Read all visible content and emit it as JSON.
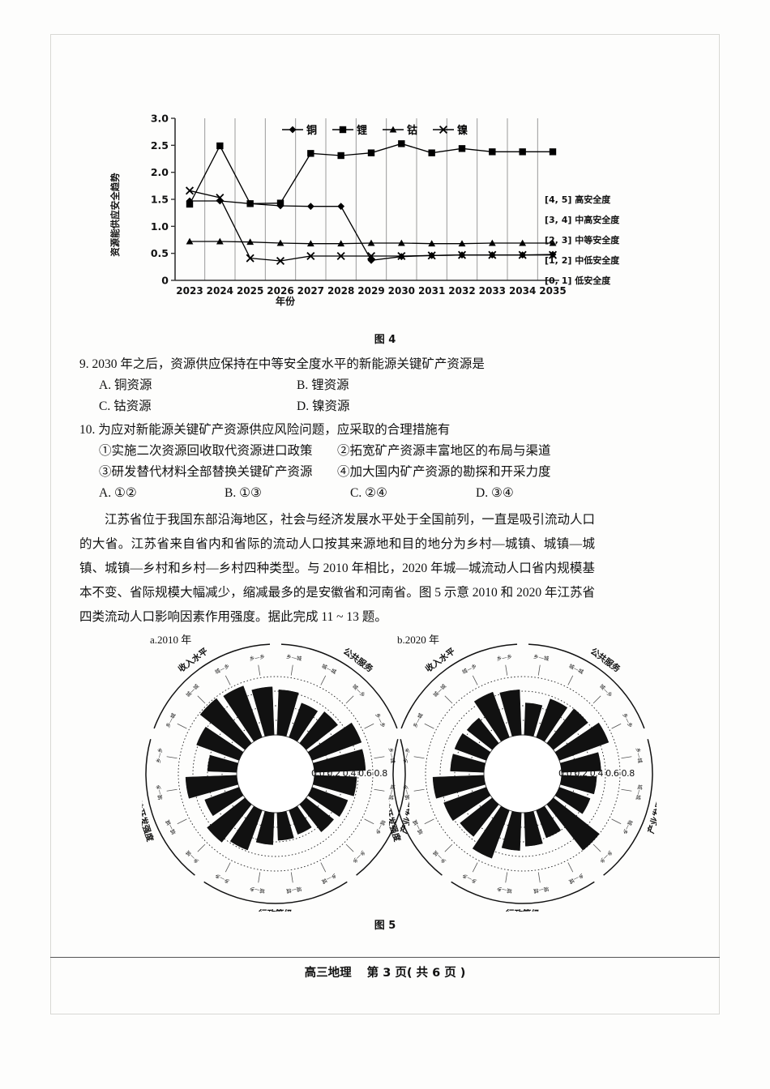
{
  "figure4": {
    "caption": "图 4",
    "y_axis_title": "资源能供应安全趋势",
    "x_axis_title": "年份",
    "legend_bands": [
      "[4, 5] 高安全度",
      "[3, 4] 中高安全度",
      "[2, 3] 中等安全度",
      "[1, 2] 中低安全度",
      "[0, 1] 低安全度"
    ]
  },
  "chart_data": [
    {
      "type": "line",
      "title": "图 4",
      "xlabel": "年份",
      "ylabel": "资源能供应安全趋势",
      "ylim": [
        0,
        3.0
      ],
      "yticks": [
        0,
        0.5,
        1.0,
        1.5,
        2.0,
        2.5,
        3.0
      ],
      "ytick_labels": [
        "0",
        "0.5",
        "1.0",
        "1.5",
        "2.0",
        "2.5",
        "3.0"
      ],
      "grid": "vertical",
      "legend_position": "top-center",
      "categories": [
        "2023",
        "2024",
        "2025",
        "2026",
        "2027",
        "2028",
        "2029",
        "2030",
        "2031",
        "2032",
        "2033",
        "2034",
        "2035"
      ],
      "series": [
        {
          "name": "铜",
          "marker": "diamond",
          "values": [
            1.47,
            1.47,
            1.42,
            1.38,
            1.37,
            1.37,
            0.37,
            0.44,
            0.46,
            0.47,
            0.47,
            0.47,
            0.48
          ]
        },
        {
          "name": "锂",
          "marker": "square",
          "values": [
            1.41,
            2.49,
            1.42,
            1.43,
            2.35,
            2.31,
            2.36,
            2.53,
            2.36,
            2.44,
            2.38,
            2.38,
            2.38
          ]
        },
        {
          "name": "钴",
          "marker": "triangle",
          "values": [
            0.72,
            0.72,
            0.71,
            0.69,
            0.68,
            0.68,
            0.69,
            0.69,
            0.68,
            0.68,
            0.69,
            0.69,
            0.69
          ]
        },
        {
          "name": "镍",
          "marker": "cross",
          "values": [
            1.66,
            1.53,
            0.41,
            0.36,
            0.45,
            0.45,
            0.45,
            0.45,
            0.46,
            0.47,
            0.47,
            0.47,
            0.47
          ]
        }
      ]
    },
    {
      "type": "bar",
      "polar": true,
      "title": "图 5",
      "panels": [
        {
          "label": "a.2010 年"
        },
        {
          "label": "b.2020 年"
        }
      ],
      "radial_ticks": [
        "0.0",
        "0.2",
        "0.4",
        "0.6",
        "0.8"
      ],
      "radial_lim": [
        0,
        0.8
      ],
      "factor_groups": [
        "公共服务",
        "产业发展",
        "行政等级",
        "土地开发强度",
        "收入水平"
      ],
      "flow_types": [
        "乡—城",
        "城—城",
        "城—乡",
        "乡—乡"
      ],
      "panel_a_values": {
        "公共服务": [
          0.62,
          0.5,
          0.55,
          0.72
        ],
        "产业发展": [
          0.7,
          0.58,
          0.52,
          0.48
        ],
        "行政等级": [
          0.35,
          0.38,
          0.44,
          0.58
        ],
        "土地开发强度": [
          0.66,
          0.5,
          0.7,
          0.4
        ],
        "收入水平": [
          0.62,
          0.78,
          0.75,
          0.66
        ]
      },
      "panel_b_values": {
        "公共服务": [
          0.44,
          0.56,
          0.6,
          0.72
        ],
        "产业发展": [
          0.54,
          0.48,
          0.45,
          0.8
        ],
        "行政等级": [
          0.4,
          0.46,
          0.52,
          0.7
        ],
        "土地开发强度": [
          0.56,
          0.62,
          0.7,
          0.46
        ],
        "收入水平": [
          0.46,
          0.44,
          0.66,
          0.62
        ]
      }
    }
  ],
  "figure5": {
    "caption": "图 5",
    "panel_a_title": "a.2010 年",
    "panel_b_title": "b.2020 年",
    "scale_numbers": "0.0 0.2 0.4 0.6 0.8"
  },
  "question9": {
    "stem": "9. 2030 年之后，资源供应保持在中等安全度水平的新能源关键矿产资源是",
    "options": [
      "A. 铜资源",
      "B. 锂资源",
      "C. 钴资源",
      "D. 镍资源"
    ]
  },
  "question10": {
    "stem": "10. 为应对新能源关键矿产资源供应风险问题，应采取的合理措施有",
    "statements": [
      "①实施二次资源回收取代资源进口政策",
      "②拓宽矿产资源丰富地区的布局与渠道",
      "③研发替代材料全部替换关键矿产资源",
      "④加大国内矿产资源的勘探和开采力度"
    ],
    "options": [
      "A. ①②",
      "B. ①③",
      "C. ②④",
      "D. ③④"
    ]
  },
  "passage": "江苏省位于我国东部沿海地区，社会与经济发展水平处于全国前列，一直是吸引流动人口的大省。江苏省来自省内和省际的流动人口按其来源地和目的地分为乡村—城镇、城镇—城镇、城镇—乡村和乡村—乡村四种类型。与 2010 年相比，2020 年城—城流动人口省内规模基本不变、省际规模大幅减少，缩减最多的是安徽省和河南省。图 5 示意 2010 和 2020 年江苏省四类流动人口影响因素作用强度。据此完成 11 ~ 13 题。",
  "footer": {
    "subject": "高三地理",
    "page": "第 3 页( 共 6 页 )"
  }
}
